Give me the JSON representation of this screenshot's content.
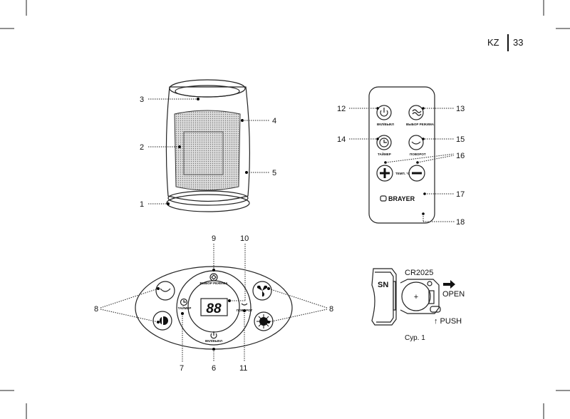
{
  "header": {
    "language": "KZ",
    "page_number": "33"
  },
  "heater_callouts": [
    "1",
    "2",
    "3",
    "4",
    "5"
  ],
  "remote": {
    "callouts": {
      "power": "12",
      "mode": "13",
      "timer": "14",
      "rotate": "15",
      "temp": "16",
      "body": "17",
      "battery": "18"
    },
    "power_label": "ВКЛ/ВЫКЛ",
    "mode_label": "ВЫБОР РЕЖИМА",
    "timer_label": "ТАЙМЕР",
    "rotate_label": "ПОВОРОТ",
    "temp_label": "ТЕМП. °С",
    "brand": "BRAYER"
  },
  "panel": {
    "callouts": {
      "mode": "9",
      "display": "10",
      "side": "8",
      "timer": "7",
      "power": "6",
      "rotate": "11"
    },
    "mode_label": "ВЫБОР РЕЖИМА",
    "timer_label": "ТАЙМЕР",
    "rotate_label": "ПОВОРОТ",
    "power_label": "ВКЛ/ВЫКЛ",
    "display_value": "88"
  },
  "battery": {
    "sn_label": "SN",
    "battery_type": "CR2025",
    "open_label": "OPEN",
    "push_label": "↑ PUSH",
    "caption": "Сур. 1"
  }
}
